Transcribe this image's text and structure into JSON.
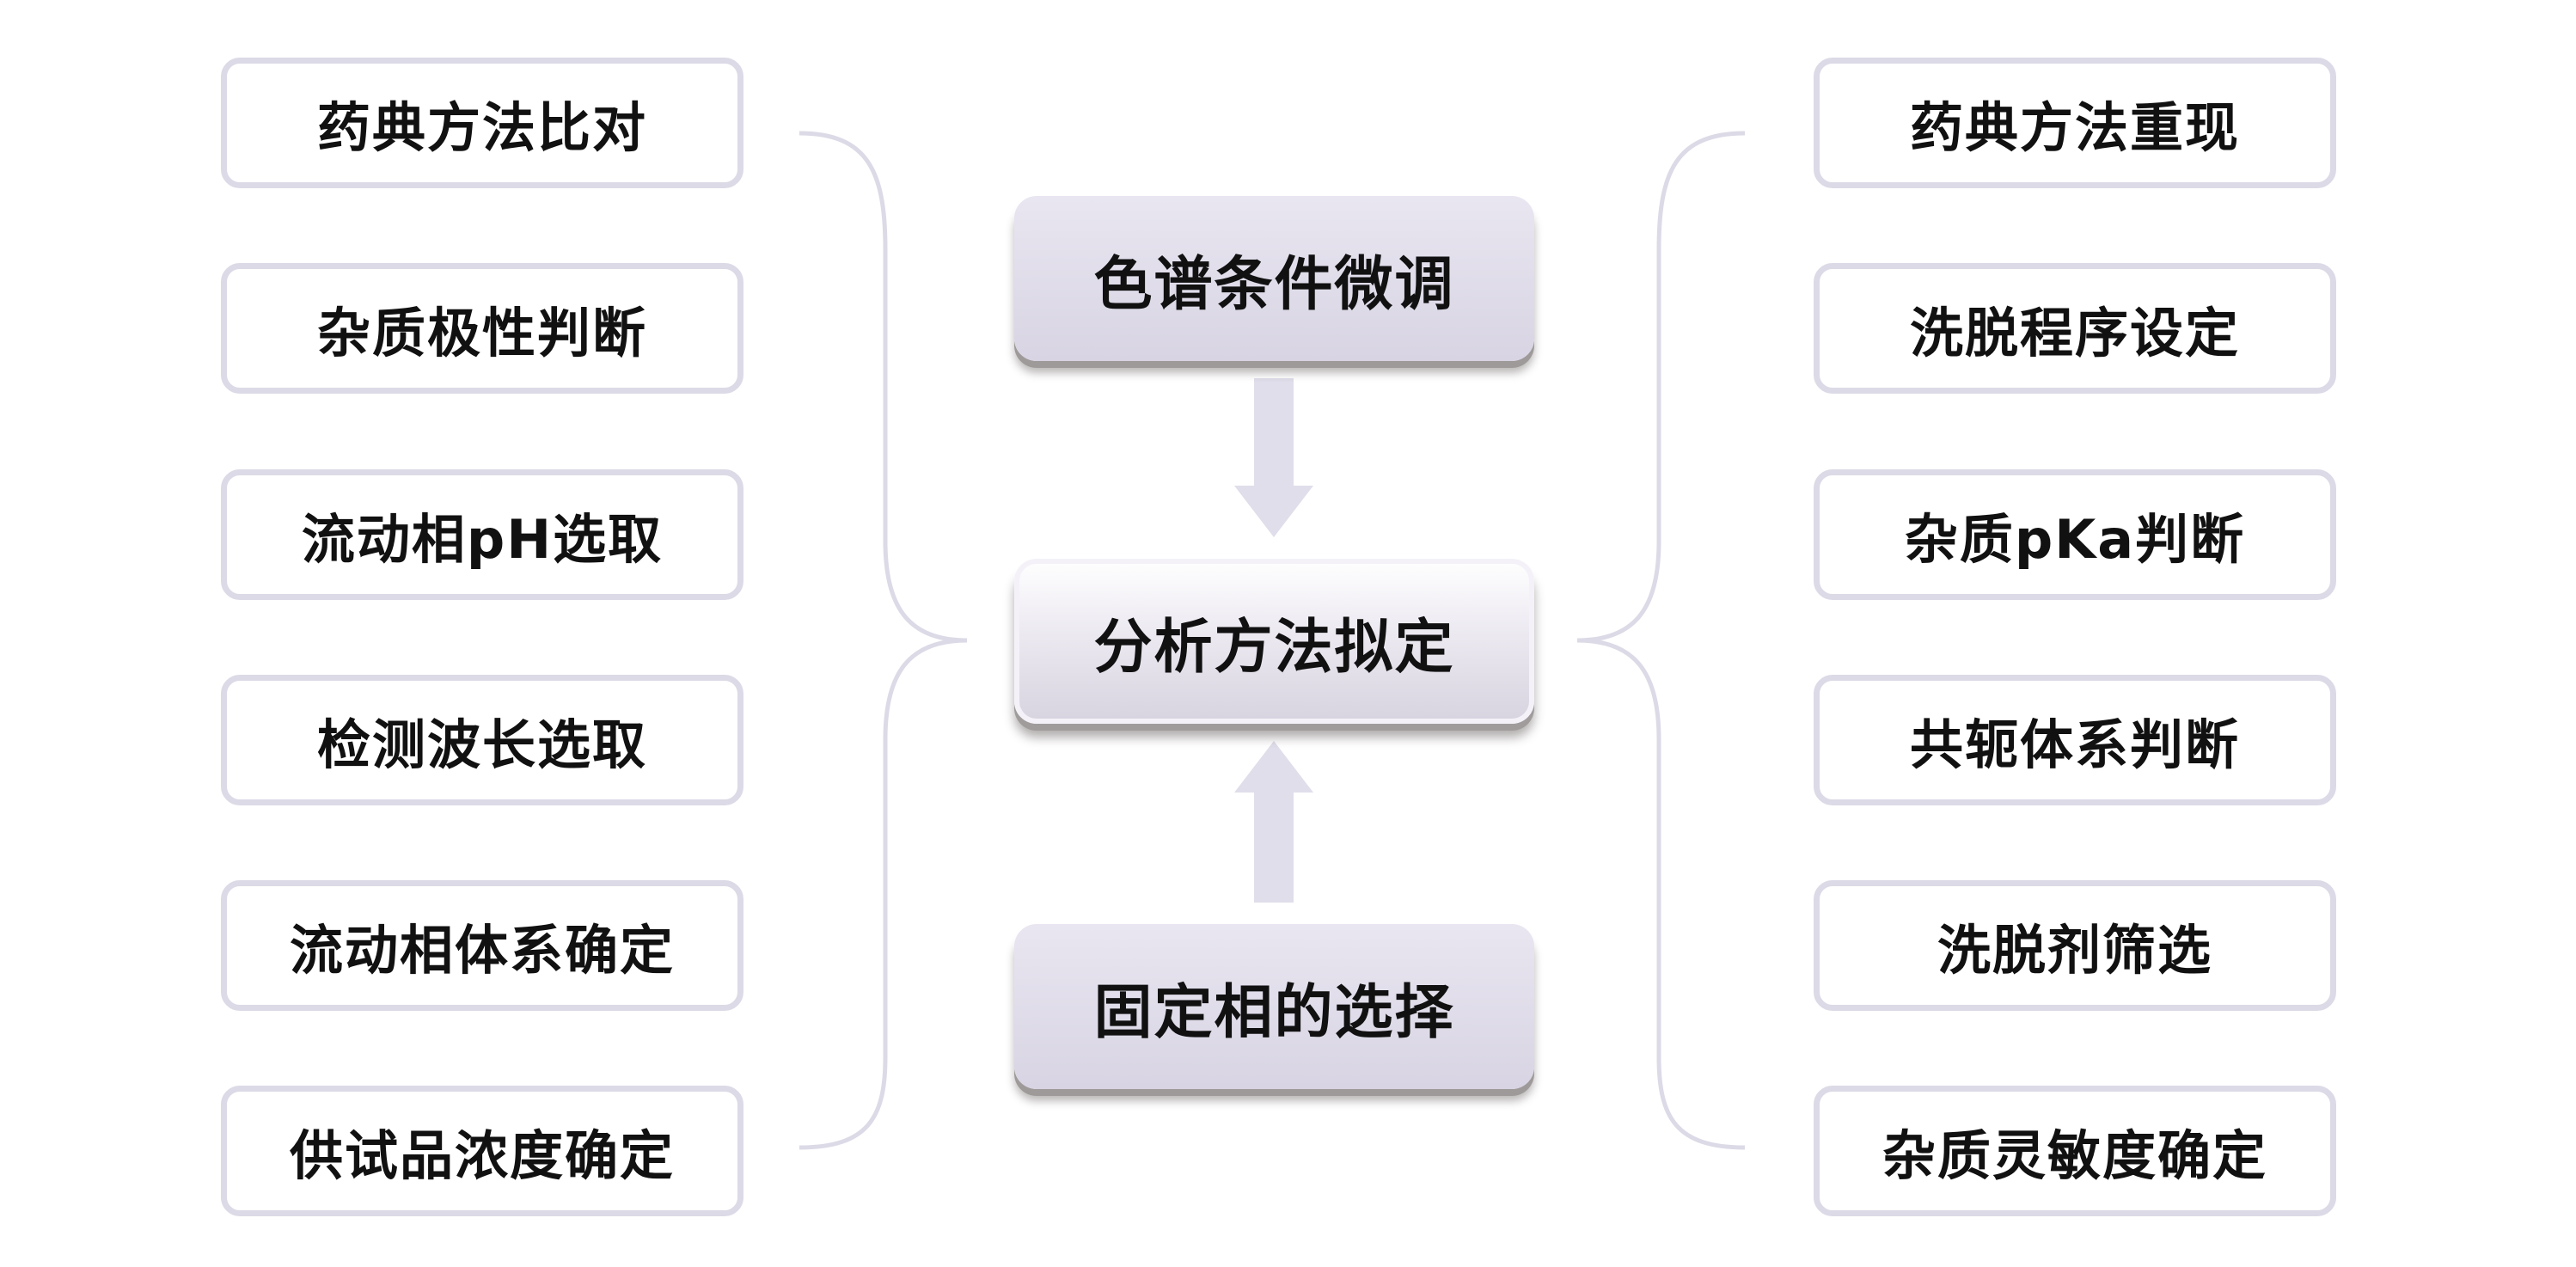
{
  "left_items": [
    "药典方法比对",
    "杂质极性判断",
    "流动相pH选取",
    "检测波长选取",
    "流动相体系确定",
    "供试品浓度确定"
  ],
  "right_items": [
    "药典方法重现",
    "洗脱程序设定",
    "杂质pKa判断",
    "共轭体系判断",
    "洗脱剂筛选",
    "杂质灵敏度确定"
  ],
  "center": {
    "top": "色谱条件微调",
    "middle": "分析方法拟定",
    "bottom": "固定相的选择"
  },
  "colors": {
    "box_border": "#dcdae6",
    "center_fill": "#e2dfea",
    "arrow": "#e0deea",
    "bracket": "#dcdae6"
  }
}
